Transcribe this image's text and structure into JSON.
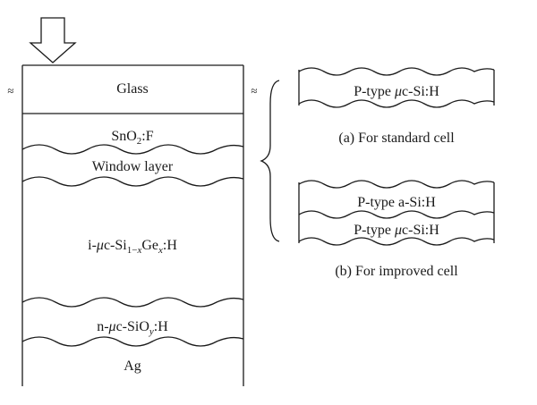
{
  "stack": {
    "glass": "Glass",
    "sno2": {
      "base": "SnO",
      "sub": "2",
      "rest": ":F"
    },
    "window": "Window layer",
    "absorber": {
      "pre": "i-",
      "mu": "μ",
      "mid": "c-Si",
      "sub1": "1−",
      "subx": "x",
      "mid2": "Ge",
      "subx2": "x",
      "post": ":H"
    },
    "n_layer": {
      "pre": "n-",
      "mu": "μ",
      "mid": "c-SiO",
      "suby": "y",
      "post": ":H"
    },
    "ag": "Ag"
  },
  "break_mark": "≈",
  "window_options": {
    "standard": {
      "layer": {
        "pre": "P-type ",
        "mu": "μ",
        "post": "c-Si:H"
      },
      "caption": "(a) For standard cell"
    },
    "improved": {
      "layer1": "P-type a-Si:H",
      "layer2": {
        "pre": "P-type ",
        "mu": "μ",
        "post": "c-Si:H"
      },
      "caption": "(b) For improved cell"
    }
  }
}
